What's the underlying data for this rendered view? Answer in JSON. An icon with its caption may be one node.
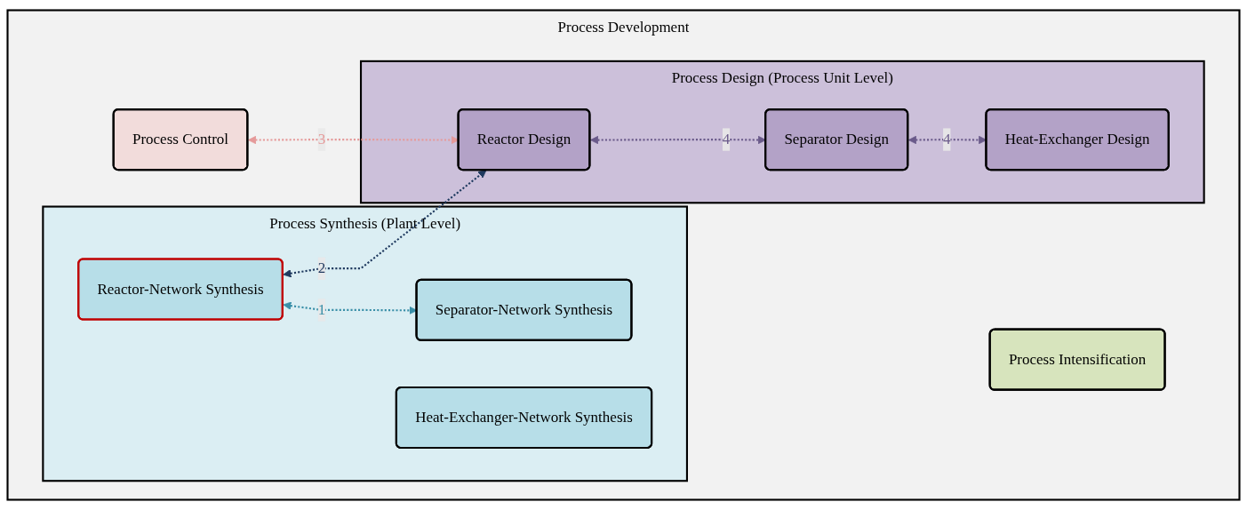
{
  "diagram": {
    "nodes": [
      {
        "text": [
          "Process Development"
        ]
      },
      {
        "text": [
          "Process Control"
        ],
        "in": 0
      },
      {
        "text": [
          "Process Synthesis (Plant Level)"
        ],
        "in": 0
      },
      {
        "text": [
          "Reactor-Network Synthesis"
        ],
        "in": 2
      },
      {
        "text": [
          "Separator-Network Synthesis"
        ],
        "in": 2
      },
      {
        "text": [
          "Heat-Exchanger-Network Synthesis"
        ],
        "in": 2
      },
      {
        "text": [
          "Process Design (Process Unit Level)"
        ],
        "in": 0
      },
      {
        "text": [
          "Reactor Design"
        ],
        "in": 6
      },
      {
        "text": [
          "Separator Design"
        ],
        "in": 6
      },
      {
        "text": [
          "Heat-Exchanger Design"
        ],
        "in": 6
      },
      {
        "text": [
          "Process Intensification"
        ],
        "in": 0
      }
    ],
    "edges": [
      {
        "from": 3,
        "to": 4,
        "arrow": "both",
        "label": "1",
        "style": "dashed",
        "color": "#3a8fa8"
      },
      {
        "from": 3,
        "to": 7,
        "arrow": "both",
        "label": "2",
        "style": "dashed",
        "color": "#1f3a5f"
      },
      {
        "from": 1,
        "to": 7,
        "arrow": "both",
        "label": "3",
        "style": "dashed",
        "color": "#e59a9a"
      },
      {
        "from": 7,
        "to": 8,
        "arrow": "both",
        "label": "4",
        "style": "dashed",
        "color": "#6a5a8a"
      },
      {
        "from": 8,
        "to": 9,
        "arrow": "both",
        "label": "4",
        "style": "dashed",
        "color": "#6a5a8a"
      }
    ]
  }
}
